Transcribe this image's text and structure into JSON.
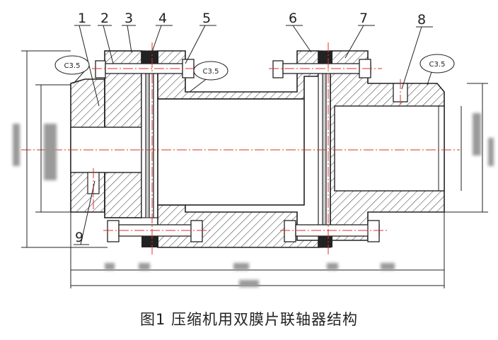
{
  "figure": {
    "caption": "图1 压缩机用双膜片联轴器结构"
  },
  "part_labels": [
    "1",
    "2",
    "3",
    "4",
    "5",
    "6",
    "7",
    "8",
    "9"
  ],
  "chamfer_labels": [
    "C3.5",
    "C3.5",
    "C3.5"
  ],
  "colors": {
    "line": "#222222",
    "centerline": "#d9342b",
    "blur_text": "#9a9a9a"
  }
}
